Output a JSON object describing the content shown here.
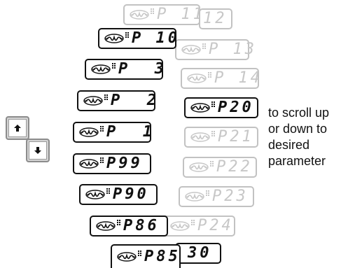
{
  "colors": {
    "lit_border": "#111111",
    "dim_border": "#c2c2c2",
    "dim_text": "#c7c7c7",
    "key_fill": "#d4d4d4"
  },
  "buttons": {
    "up": {
      "icon": "arrow-up-icon"
    },
    "down": {
      "icon": "arrow-down-icon"
    }
  },
  "instructions": {
    "lines": [
      "to scroll up",
      "or down to",
      "desired",
      "parameter"
    ]
  },
  "left_column": [
    {
      "value": "P 10",
      "state": "active"
    },
    {
      "value": "P  3",
      "state": "active"
    },
    {
      "value": "P  2",
      "state": "active"
    },
    {
      "value": "P  1",
      "state": "active"
    },
    {
      "value": "P99",
      "state": "active"
    },
    {
      "value": "P90",
      "state": "active"
    },
    {
      "value": "P86",
      "state": "active"
    },
    {
      "value": "P85",
      "state": "active"
    }
  ],
  "right_column": [
    {
      "value": "P 11",
      "state": "inactive"
    },
    {
      "value": "12",
      "state": "inactive"
    },
    {
      "value": "P 13",
      "state": "inactive"
    },
    {
      "value": "P 14",
      "state": "inactive"
    },
    {
      "value": "P20",
      "state": "active"
    },
    {
      "value": "P21",
      "state": "inactive"
    },
    {
      "value": "P22",
      "state": "inactive"
    },
    {
      "value": "P23",
      "state": "inactive"
    },
    {
      "value": "P24",
      "state": "inactive"
    },
    {
      "value": "30",
      "state": "active"
    }
  ]
}
